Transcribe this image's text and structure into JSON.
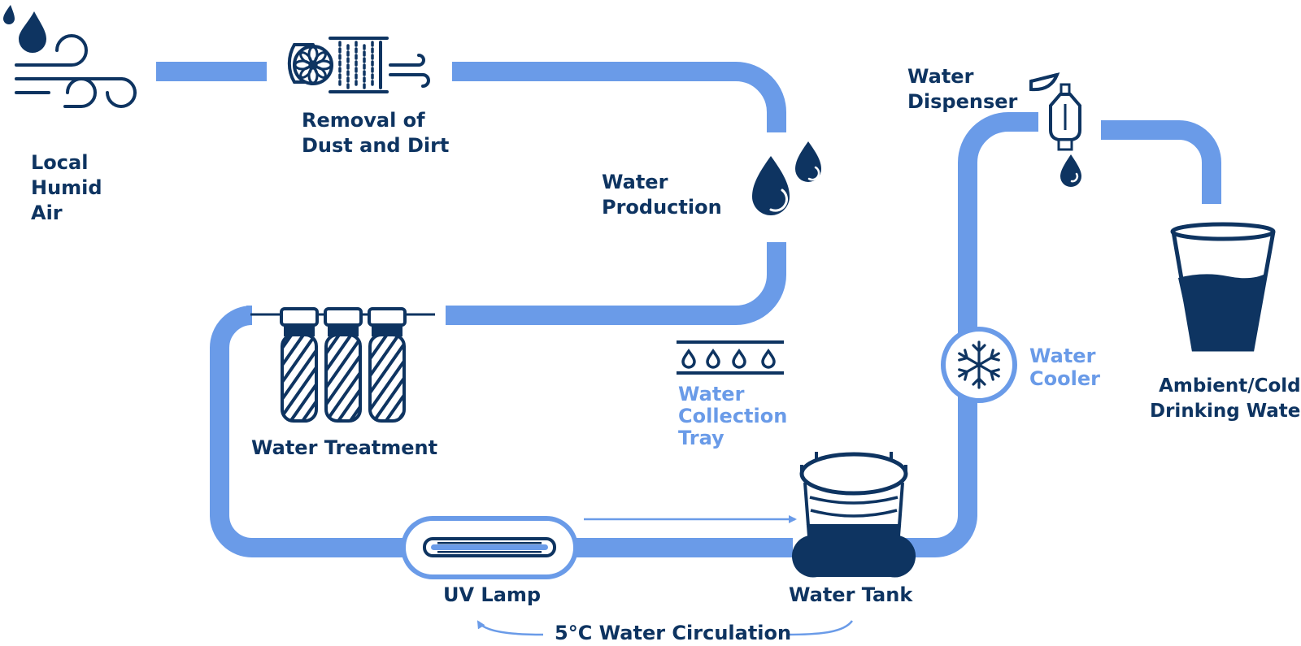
{
  "colors": {
    "pipe": "#6a9be8",
    "dark_navy": "#0e3461",
    "light_label": "#6a9be8",
    "background": "#ffffff"
  },
  "labels": {
    "local_humid_air": [
      "Local",
      "Humid",
      "Air"
    ],
    "removal": [
      "Removal of",
      "Dust and Dirt"
    ],
    "water_production": [
      "Water",
      "Production"
    ],
    "water_treatment": "Water Treatment",
    "collection_tray": [
      "Water",
      "Collection",
      "Tray"
    ],
    "uv_lamp": "UV Lamp",
    "water_tank": "Water Tank",
    "circulation": "5°C Water Circulation",
    "water_dispenser": [
      "Water",
      "Dispenser"
    ],
    "water_cooler": [
      "Water",
      "Cooler"
    ],
    "drinking_water": [
      "Ambient/Cold",
      "Drinking Water"
    ]
  },
  "icons": [
    "humid-air-icon",
    "air-filter-fan-icon",
    "water-drops-icon",
    "triple-filter-icon",
    "collection-tray-icon",
    "uv-lamp-icon",
    "water-tank-icon",
    "snowflake-icon",
    "dispenser-tap-icon",
    "drinking-glass-icon"
  ]
}
